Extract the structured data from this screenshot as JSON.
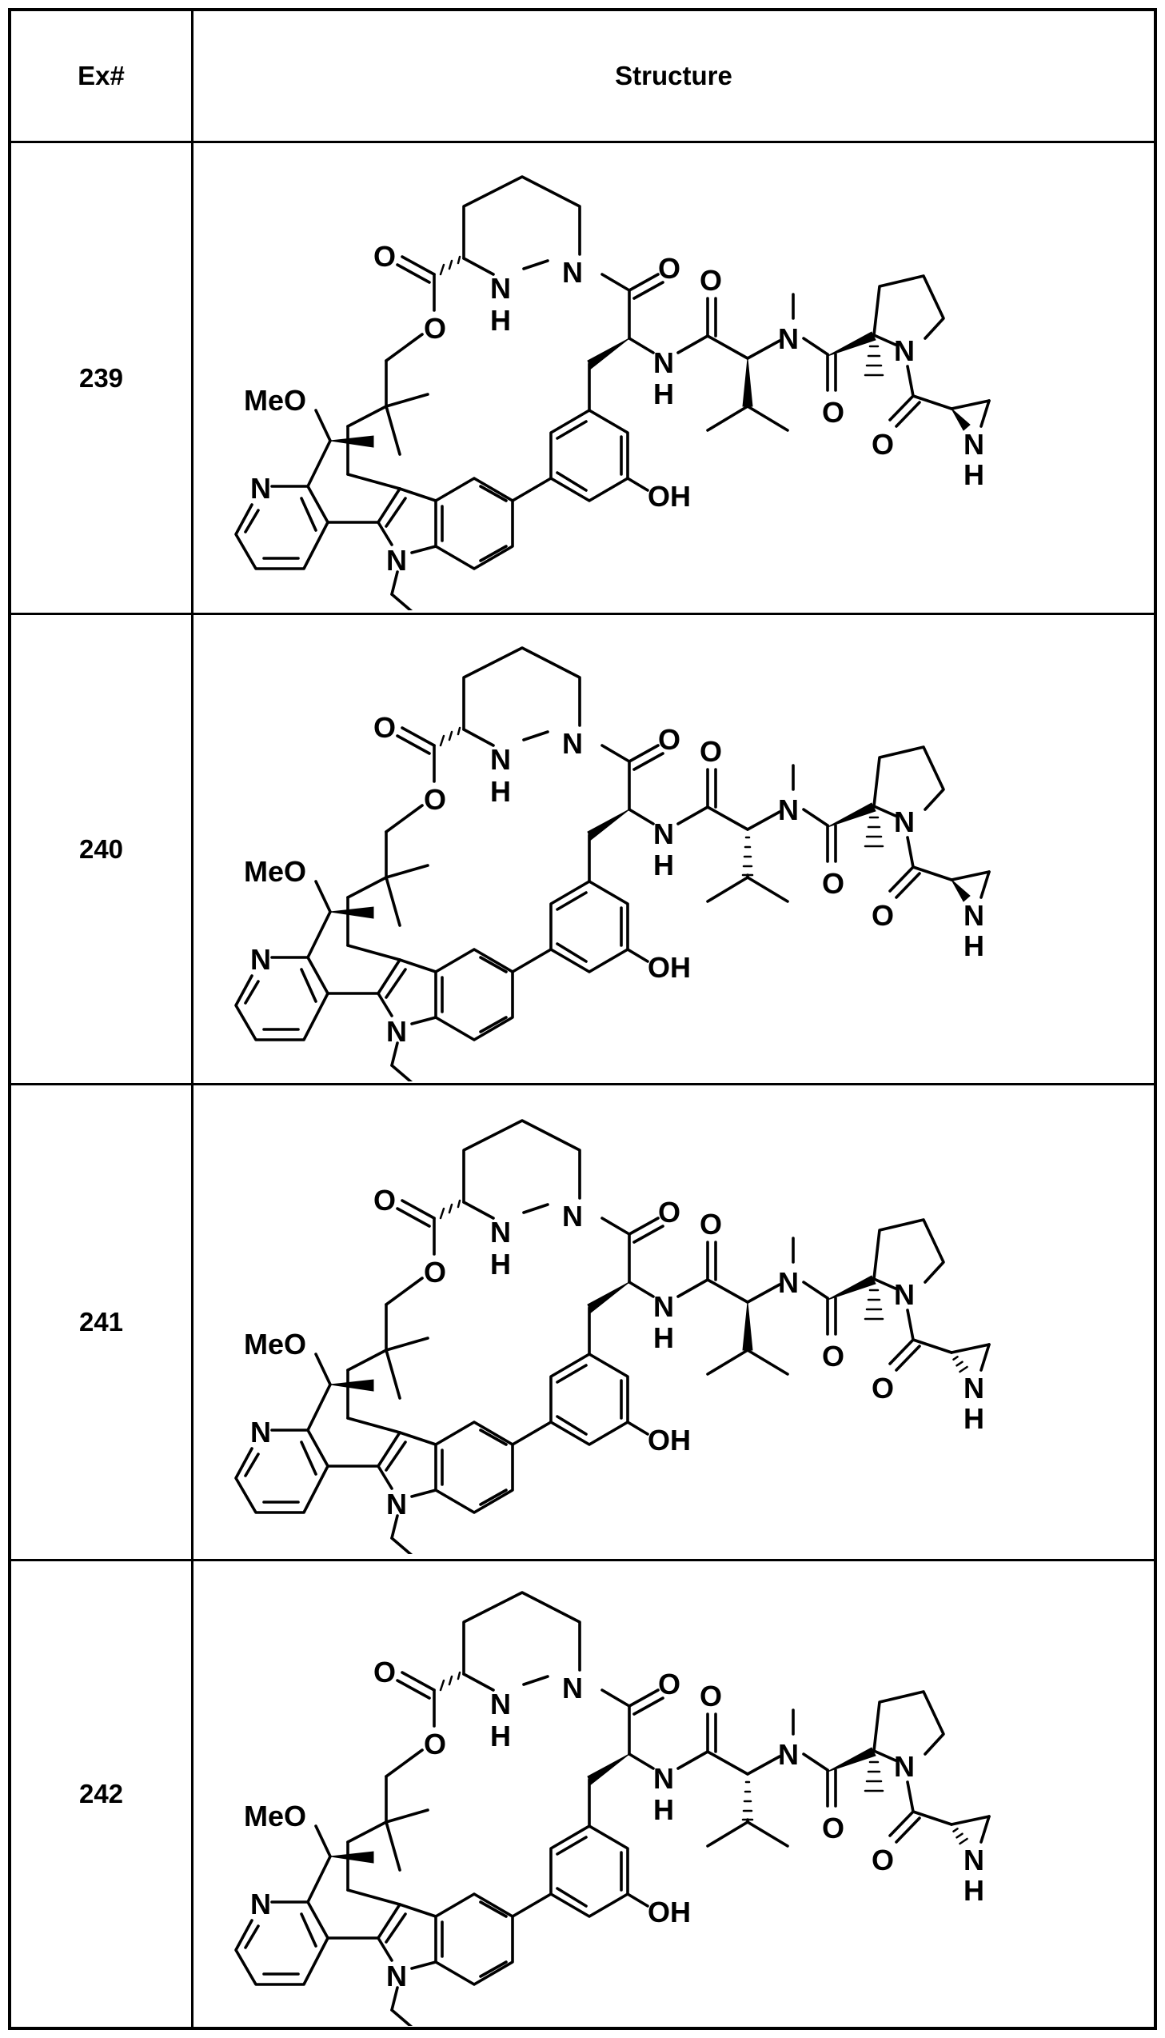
{
  "table": {
    "headers": {
      "ex": "Ex#",
      "structure": "Structure"
    },
    "rows": [
      {
        "ex": "239",
        "valine_stereo": "wedge",
        "aziridine_stereo": "wedge",
        "structure_labels": [
          "O",
          "O",
          "N",
          "N",
          "H",
          "O",
          "O",
          "N",
          "H",
          "N",
          "O",
          "O",
          "N",
          "O",
          "N",
          "H",
          "MeO",
          "N",
          "N",
          "OH"
        ]
      },
      {
        "ex": "240",
        "valine_stereo": "hash",
        "aziridine_stereo": "wedge",
        "structure_labels": [
          "O",
          "O",
          "N",
          "N",
          "H",
          "O",
          "O",
          "N",
          "H",
          "N",
          "O",
          "O",
          "N",
          "O",
          "N",
          "H",
          "MeO",
          "N",
          "N",
          "OH"
        ]
      },
      {
        "ex": "241",
        "valine_stereo": "wedge",
        "aziridine_stereo": "hash",
        "structure_labels": [
          "O",
          "O",
          "N",
          "N",
          "H",
          "O",
          "O",
          "N",
          "H",
          "N",
          "O",
          "O",
          "N",
          "O",
          "N",
          "H",
          "MeO",
          "N",
          "N",
          "OH"
        ]
      },
      {
        "ex": "242",
        "valine_stereo": "hash",
        "aziridine_stereo": "hash",
        "structure_labels": [
          "O",
          "O",
          "N",
          "N",
          "H",
          "O",
          "O",
          "N",
          "H",
          "N",
          "O",
          "O",
          "N",
          "O",
          "N",
          "H",
          "MeO",
          "N",
          "N",
          "OH"
        ]
      }
    ]
  },
  "atom_labels": {
    "ester_carbonyl_o": "O",
    "ester_o": "O",
    "hydrazine_n": "N",
    "hydrazine_nh_n": "N",
    "hydrazine_nh_h": "H",
    "amide1_o": "O",
    "amide2_o": "O",
    "amide_nh_n": "N",
    "amide_nh_h": "H",
    "nme_n": "N",
    "amide3_o": "O",
    "pro_n": "N",
    "amide4_o": "O",
    "aziridine_n": "N",
    "aziridine_h": "H",
    "methoxy": "MeO",
    "pyridine_n": "N",
    "indole_n": "N",
    "hydroxyl": "OH"
  }
}
